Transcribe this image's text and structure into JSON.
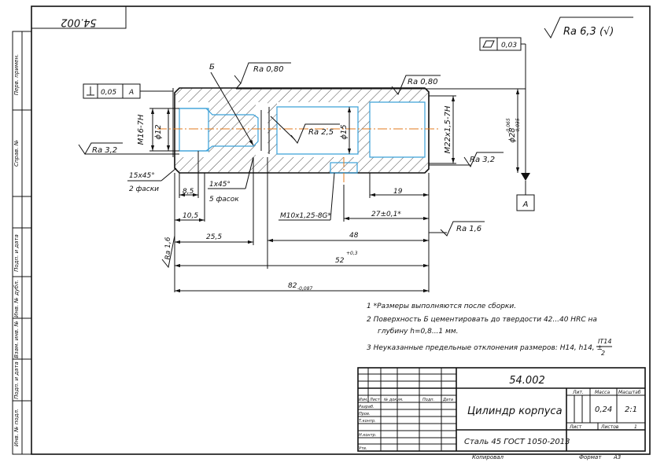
{
  "drawing": {
    "number": "54.002",
    "number_mirrored": "54.002",
    "title": "Цилиндр корпуса",
    "material": "Сталь 45 ГОСТ 1050-2013",
    "roughness_general": "Ra 6,3 (√)",
    "copied": "Копировал",
    "format": "Формат",
    "format_value": "А3"
  },
  "side_stamps": [
    "Перв. примен.",
    "Справ. №",
    "Подп. и дата",
    "Инв. № дубл.",
    "Взам. инв. №",
    "Подп. и дата",
    "Инв. № подл."
  ],
  "annotations": {
    "flatness_tol": "0,03",
    "perp_tol": "0,05",
    "perp_datum": "А",
    "datum": "А",
    "ra_080a": "Ra 0,80",
    "ra_080b": "Ra 0,80",
    "ra_25": "Ra 2,5",
    "ra_32a": "Ra 3,2",
    "ra_32b": "Ra 3,2",
    "ra_16a": "Ra 1,6",
    "ra_16b": "Ra 1,6",
    "surface_b": "Б",
    "thread_m16": "М16-7Н",
    "dia12": "ϕ12",
    "dia15": "ϕ15",
    "thread_m22": "М22х1,5-7Н",
    "dia28": "ϕ28",
    "dia28_tol_up": "-0,065",
    "dia28_tol_dn": "-0,035",
    "chamfer_1": "15х45°",
    "chamfer_1b": "2 фаски",
    "chamfer_2": "1х45°",
    "chamfer_2b": "5 фасок",
    "dim_85": "8,5",
    "dim_105": "10,5",
    "dim_255": "25,5",
    "dim_19": "19",
    "dim_27": "27±0,1*",
    "thread_m10": "М10х1,25-8G*",
    "dim_48": "48",
    "dim_52": "52",
    "dim_52_tol": "+0,3",
    "dim_82": "82",
    "dim_82_tol": "-0,087"
  },
  "notes": [
    "1  *Размеры выполняются после сборки.",
    "2  Поверхность Б цементировать до твердости 42...40  HRC на",
    "глубину h=0,8...1 мм.",
    "3  Неуказанные предельные отклонения размеров: Н14, h14, ±",
    "IT14",
    "2"
  ],
  "title_block": {
    "col_headers": [
      "Изм.",
      "Лист",
      "№ докум.",
      "Подп.",
      "Дата"
    ],
    "row_labels": [
      "Разраб.",
      "Пров.",
      "Т.контр.",
      "",
      "Н.контр.",
      "Утв."
    ],
    "lit": "Лит.",
    "mass": "Масса",
    "scale": "Масштаб",
    "mass_value": "0,24",
    "scale_value": "2:1",
    "sheet": "Лист",
    "sheets": "Листов",
    "sheets_value": "1"
  }
}
